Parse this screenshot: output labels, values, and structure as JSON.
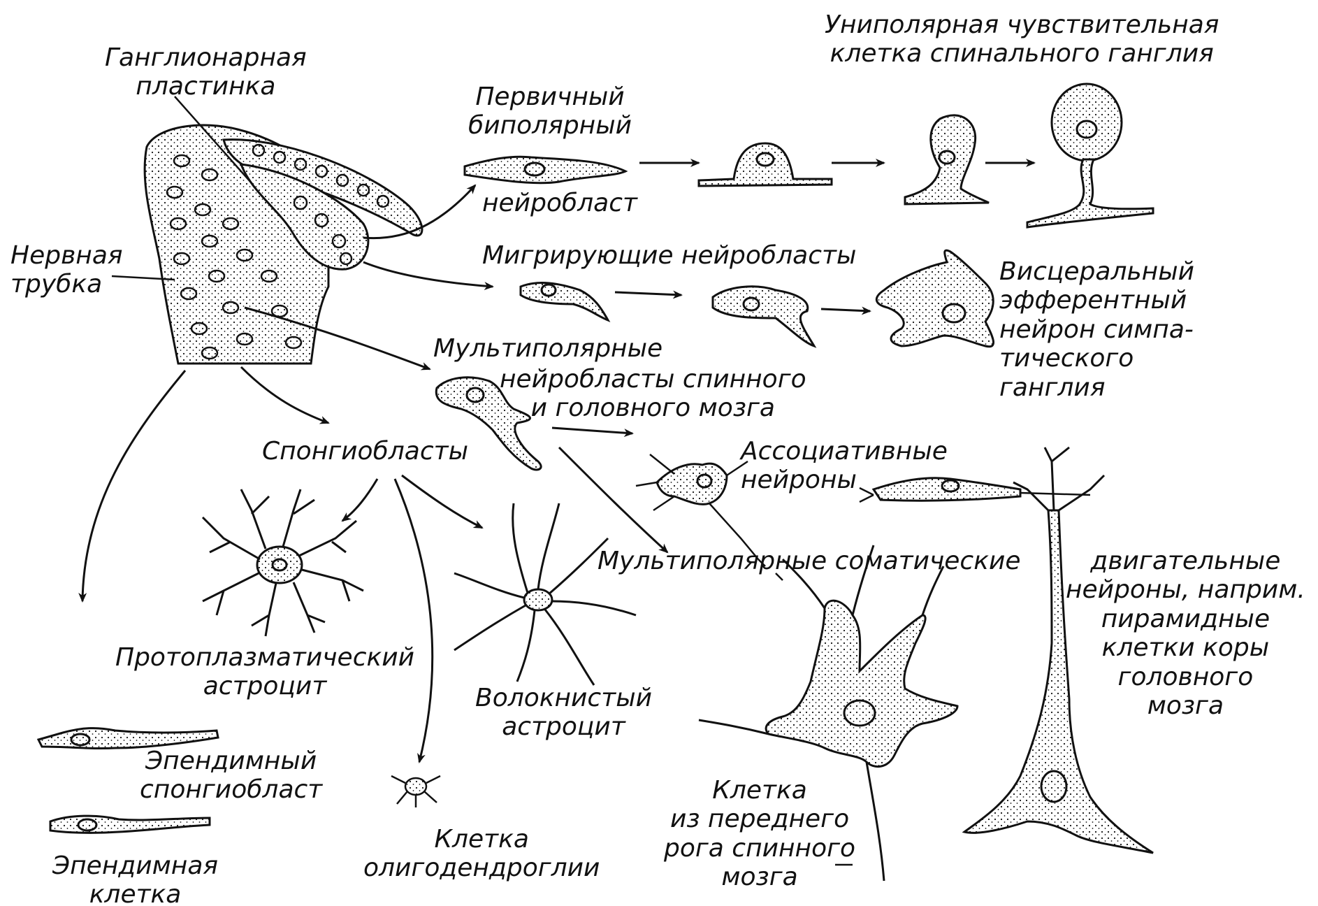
{
  "labels": {
    "ganglion_plate": "Ганглионарная\nпластинка",
    "neural_tube": "Нервная\nтрубка",
    "primary_bipolar": "Первичный\nбиполярный",
    "neuroblast": "нейробласт",
    "unipolar_sensory": "Униполярная чувствительная\nклетка спинального ганглия",
    "migrating_neuroblasts": "Мигрирующие нейробласты",
    "visceral_efferent": "Висцеральный\nэфферентный\nнейрон симпа-\nтического\nганглия",
    "multipolar_neuroblasts_1": "Мультиполярные",
    "multipolar_neuroblasts_2": "нейробласты спинного\nи головного мозга",
    "spongioblasts": "Спонгиобласты",
    "associative_neurons": "Ассоциативные\nнейроны",
    "multipolar_somatic": "Мультиполярные соматические",
    "motor_neurons": "двигательные\nнейроны, наприм.\nпирамидные\nклетки коры\nголовного\nмозга",
    "protoplasmic_astrocyte": "Протоплазматический\nастроцит",
    "fibrous_astrocyte": "Волокнистый\nастроцит",
    "ependymal_spongioblast": "Эпендимный\nспонгиобласт",
    "ependymal_cell": "Эпендимная\nклетка",
    "oligodendroglia": "Клетка\nолигодендроглии",
    "anterior_horn_cell": "Клетка\nиз переднего\nрога спинного\nмозга"
  },
  "colors": {
    "ink": "#111111",
    "paper": "#ffffff"
  }
}
